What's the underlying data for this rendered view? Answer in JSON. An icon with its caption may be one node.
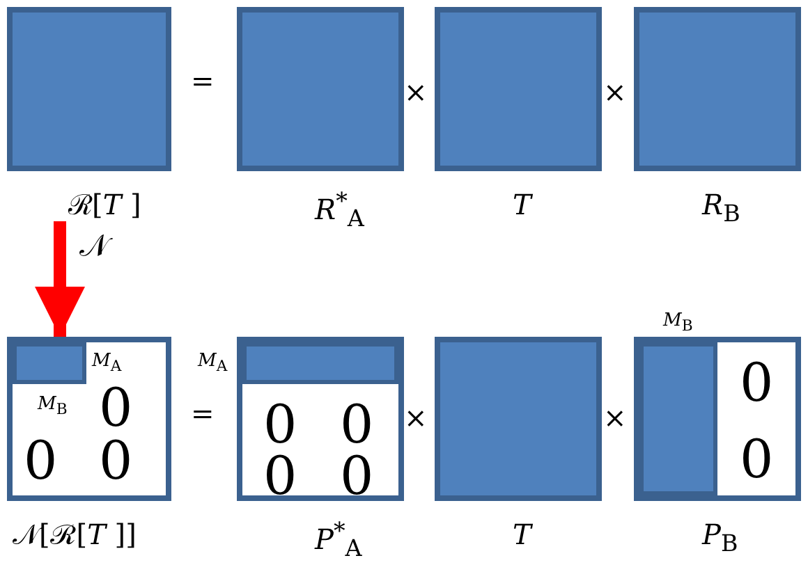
{
  "diagram": {
    "nodes": [
      {
        "text": [],
        "shape": "box",
        "beside": [
          "ℛ[*T* ]"
        ]
      },
      {
        "text": [],
        "shape": "box",
        "beside": [
          "*R*$^{*}$$_{A}$"
        ]
      },
      {
        "text": [],
        "shape": "box",
        "beside": [
          "*T*"
        ]
      },
      {
        "text": [],
        "shape": "box",
        "beside": [
          "*R*$_{B}$"
        ]
      },
      {
        "text": [
          "*M*$_{A}$",
          "*M*$_{B}$",
          "0",
          "0",
          "0"
        ],
        "beside": [
          "𝒩[ℛ[*T* ]]"
        ]
      },
      {
        "text": [
          "*M*$_{A}$",
          "0",
          "0",
          "0",
          "0"
        ],
        "beside": [
          "*P*$^{*}$$_{A}$"
        ]
      },
      {
        "text": [],
        "shape": "box",
        "beside": [
          "*T*"
        ]
      },
      {
        "text": [
          "*M*$_{B}$",
          "0",
          "0"
        ],
        "beside": [
          "*P*$_{B}$"
        ]
      },
      {
        "text": [],
        "shape": "box",
        "in": 4
      },
      {
        "text": [],
        "shape": "box",
        "in": 5
      },
      {
        "text": [],
        "shape": "box",
        "in": 7
      }
    ],
    "edges": [
      {
        "from": 0,
        "to": 4,
        "arrow": "to",
        "label": "𝒩",
        "color": "#ff0000"
      }
    ],
    "labels": [
      "=",
      "×",
      "×",
      "=",
      "×",
      "×"
    ]
  }
}
